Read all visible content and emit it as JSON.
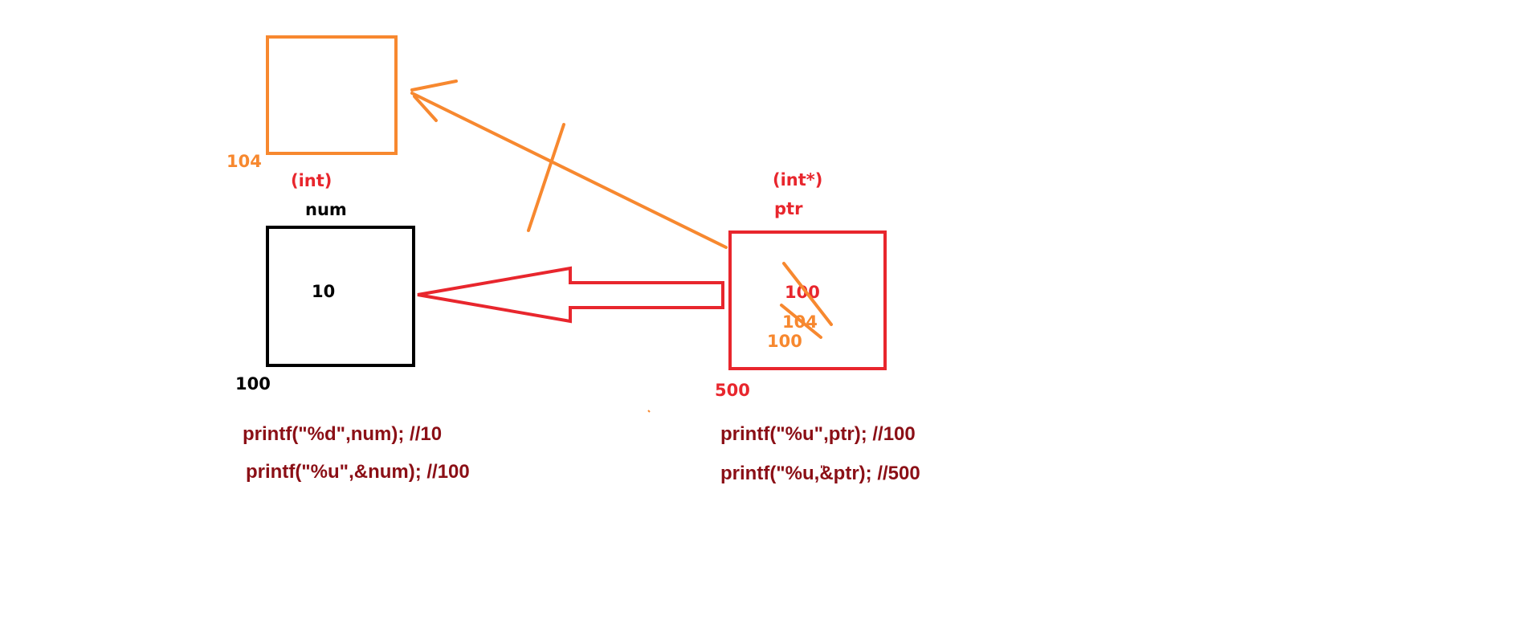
{
  "colors": {
    "orange": "#f7882f",
    "red": "#e8262d",
    "black": "#000000",
    "dark_red": "#8b0f16",
    "background": "#ffffff"
  },
  "boxes": {
    "upper_box": {
      "address": "104"
    },
    "num_box": {
      "type": "(int)",
      "name": "num",
      "value": "10",
      "address": "100"
    },
    "ptr_box": {
      "type": "(int*)",
      "name": "ptr",
      "value_new": "100",
      "value_crossed": "104",
      "value_old": "100",
      "address": "500"
    }
  },
  "code_lines": {
    "left_1": "printf(\"%d\",num); //10",
    "left_2": "printf(\"%u\",&num); //100",
    "right_1": "printf(\"%u\",ptr); //100",
    "right_2": "printf(\"%u,&ptr); //500"
  },
  "annotations": {
    "right_2_stray_quote": "\""
  }
}
